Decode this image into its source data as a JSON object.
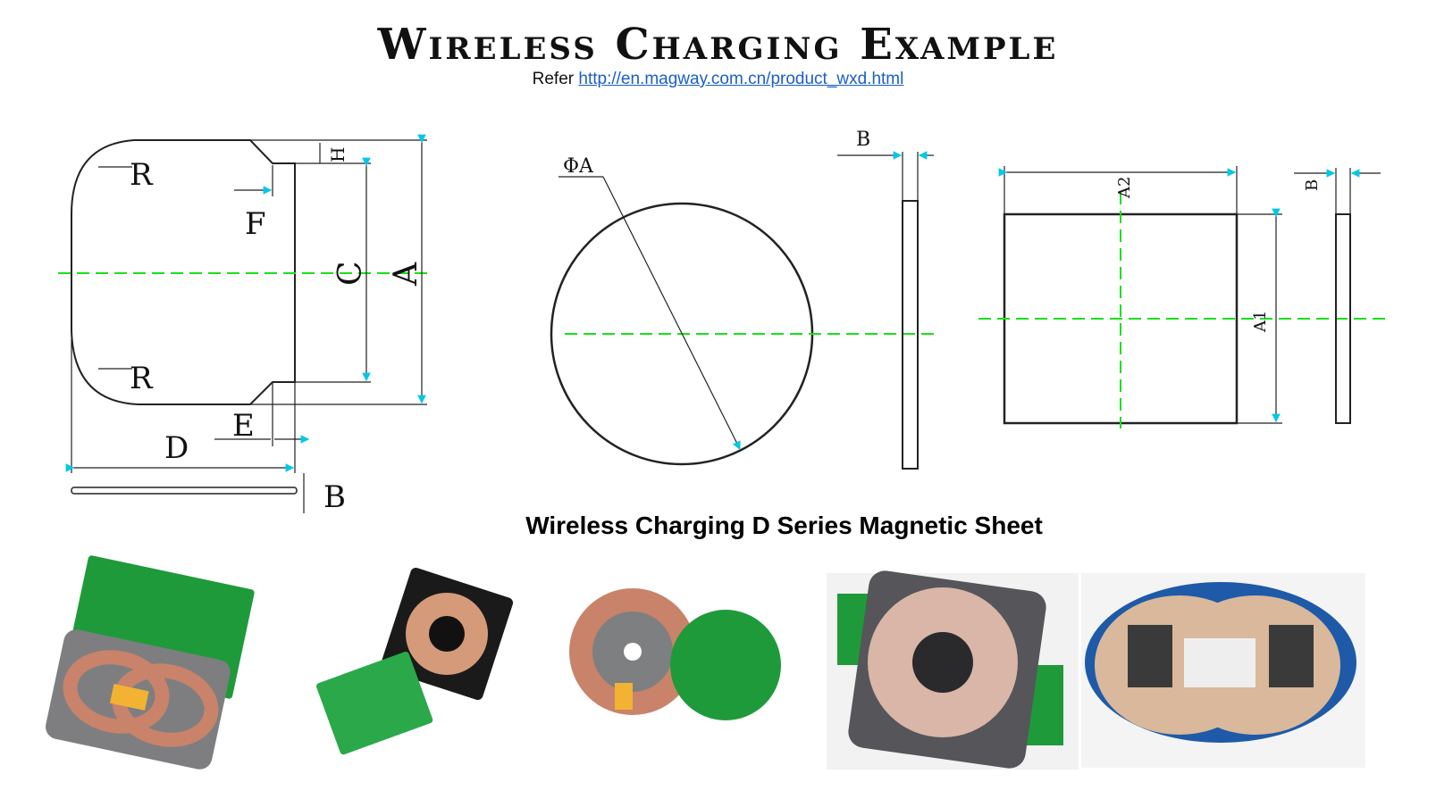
{
  "title": "Wireless Charging Example",
  "refer_prefix": "Refer",
  "refer_link": "http://en.magway.com.cn/product_wxd.html",
  "caption": "Wireless Charging D Series Magnetic Sheet",
  "drawing1_labels": {
    "r1": "R",
    "r2": "R",
    "h": "H",
    "f": "F",
    "c": "C",
    "a": "A",
    "e": "E",
    "d": "D",
    "b": "B"
  },
  "drawing2_labels": {
    "phi": "ΦA",
    "b": "B"
  },
  "drawing3_labels": {
    "a2": "A2",
    "a1": "A1",
    "b": "B"
  },
  "colors": {
    "accent_dash": "#19e019",
    "arrow": "#00c8e6",
    "link": "#1a5fc8",
    "pcb": "#1f9a3a",
    "coil": "#c9836a"
  }
}
